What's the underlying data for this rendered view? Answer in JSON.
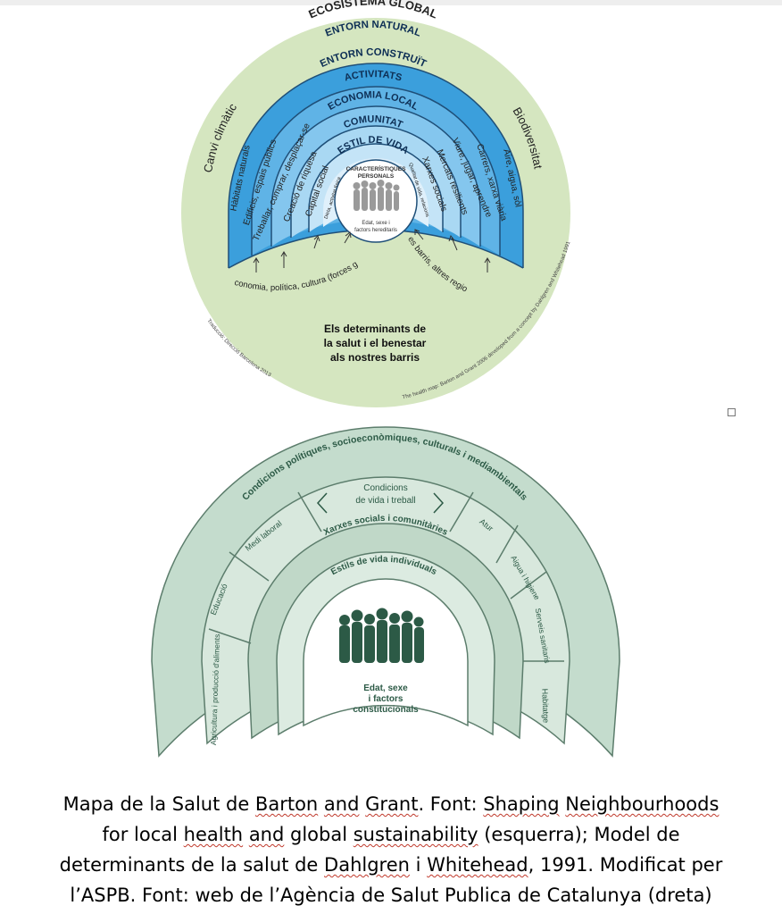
{
  "top_diagram": {
    "rings": {
      "ecosistema": "ECOSISTEMA GLOBAL",
      "natural": "ENTORN NATURAL",
      "construit": "ENTORN CONSTRUÏT",
      "activitats": "ACTIVITATS",
      "economia": "ECONOMIA LOCAL",
      "comunitat": "COMUNITAT",
      "estil": "ESTIL DE VIDA"
    },
    "center": {
      "title_line1": "CARACTERÍSTIQUES",
      "title_line2": "PERSONALS",
      "sub_line1": "Edat, sexe i",
      "sub_line2": "factors hereditaris"
    },
    "left_items": {
      "canvi": "Canvi climàtic",
      "habitats": "Hàbitats naturals",
      "edificis": "Edificis, espais públics",
      "treballar": "Treballar, comprar, desplaçar-se",
      "creacio": "Creació de riquesa",
      "capital": "Capital social",
      "dieta": "Dieta, activitat física"
    },
    "right_items": {
      "biodiversitat": "Biodiversitat",
      "aire": "Aire, aigua, sòl",
      "carrers": "Carrers, xarxa viària",
      "viure": "Viure, jugar, aprendre",
      "mercats": "Mercats resilients",
      "xarxes": "Xarxes socials",
      "qualitat": "Qualitat de vida, relacions"
    },
    "bottom_left_label": "macroeconomia, política, cultura (forces globals)",
    "bottom_right_label": "altres barris, altres regions",
    "main_title": [
      "Els determinants de",
      "la salut i el benestar",
      "als nostres barris"
    ],
    "credit_left": "Traducció: Direcció Barcelona 2013",
    "credit_bottom": "The health map: Barton and Grant 2006 developed from a concept by Dahlgren and Whitehead 1991",
    "colors": {
      "outer": "#d5e6c0",
      "blue_dark": "#3b9fdc",
      "blue_mid": "#74bfe9",
      "blue_light": "#aedaf4",
      "blue_pale": "#d3ecfa"
    }
  },
  "bottom_diagram": {
    "outer_arc": "Condicions polítiques, socioeconòmiques, culturals i mediambientals",
    "condicions": [
      "Condicions",
      "de vida i treball"
    ],
    "sectors": {
      "agricultura": "Agricultura i producció d'aliments",
      "educacio": "Educació",
      "medi": "Medi laboral",
      "atur": "Atur",
      "aigua": "Aigua i higiene",
      "serveis": "Serveis sanitaris",
      "habitatge": "Habitatge"
    },
    "xarxes": "Xarxes socials i comunitàries",
    "estils": "Estils de vida individuals",
    "center": [
      "Edat, sexe",
      "i factors",
      "constitucionals"
    ],
    "colors": {
      "ring1": "#c4dccd",
      "ring2": "#d8e8dd",
      "ring3": "#c0d8c8",
      "ring4": "#dcebe1",
      "dark": "#2c5a46",
      "line": "#5c7d6c"
    }
  },
  "caption": {
    "line1": [
      {
        "text": "Mapa de la Salut de ",
        "sq": false
      },
      {
        "text": "Barton",
        "sq": true
      },
      {
        "text": " ",
        "sq": false
      },
      {
        "text": "and",
        "sq": true
      },
      {
        "text": " ",
        "sq": false
      },
      {
        "text": "Grant",
        "sq": true
      },
      {
        "text": ". Font: ",
        "sq": false
      },
      {
        "text": "Shaping",
        "sq": true
      },
      {
        "text": " ",
        "sq": false
      },
      {
        "text": "Neighbourhoods",
        "sq": true
      }
    ],
    "line2": [
      {
        "text": "for local ",
        "sq": false
      },
      {
        "text": "health",
        "sq": true
      },
      {
        "text": " ",
        "sq": false
      },
      {
        "text": "and",
        "sq": true
      },
      {
        "text": " global ",
        "sq": false
      },
      {
        "text": "sustainability",
        "sq": true
      },
      {
        "text": " (esquerra); Model de",
        "sq": false
      }
    ],
    "line3": [
      {
        "text": "determinants de la salut de ",
        "sq": false
      },
      {
        "text": "Dahlgren",
        "sq": true
      },
      {
        "text": " i ",
        "sq": false
      },
      {
        "text": "Whitehead",
        "sq": true
      },
      {
        "text": ", 1991. Modificat per",
        "sq": false
      }
    ],
    "line4": [
      {
        "text": "l’ASPB. Font: web de l’Agència de Salut Publica de Catalunya (dreta)",
        "sq": false
      }
    ]
  }
}
